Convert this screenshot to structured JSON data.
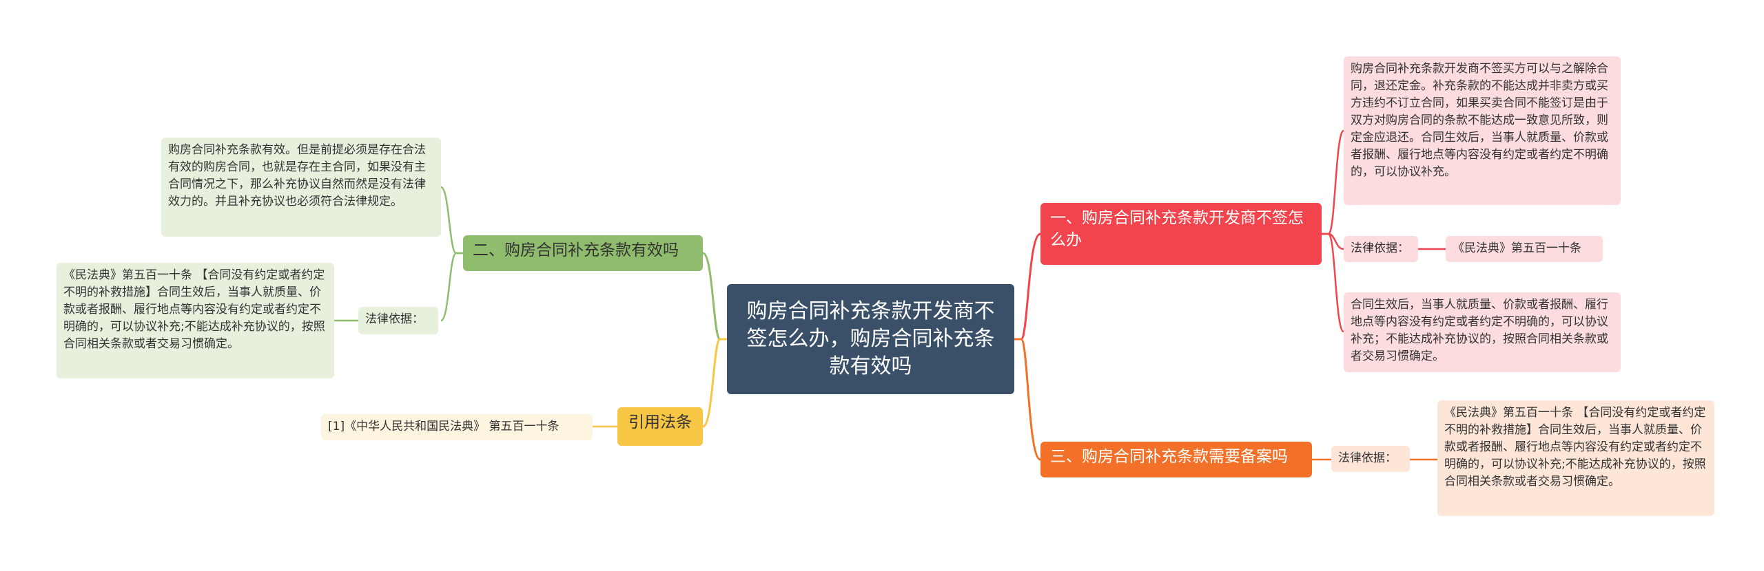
{
  "center": {
    "title": "购房合同补充条款开发商不签怎么办，购房合同补充条款有效吗"
  },
  "branch1": {
    "title": "一、购房合同补充条款开发商不签怎么办",
    "detail1": "购房合同补充条款开发商不签买方可以与之解除合同，退还定金。补充条款的不能达成并非卖方或买方违约不订立合同，如果买卖合同不能签订是由于双方对购房合同的条款不能达成一致意见所致，则定金应退还。合同生效后，当事人就质量、价款或者报酬、履行地点等内容没有约定或者约定不明确的，可以协议补充。",
    "law_label": "法律依据：",
    "law_value": "《民法典》第五百一十条",
    "detail2": "合同生效后，当事人就质量、价款或者报酬、履行地点等内容没有约定或者约定不明确的，可以协议补充；不能达成补充协议的，按照合同相关条款或者交易习惯确定。"
  },
  "branch3": {
    "title": "三、购房合同补充条款需要备案吗",
    "law_label": "法律依据：",
    "law_value": "《民法典》第五百一十条 【合同没有约定或者约定不明的补救措施】合同生效后，当事人就质量、价款或者报酬、履行地点等内容没有约定或者约定不明确的，可以协议补充;不能达成补充协议的，按照合同相关条款或者交易习惯确定。"
  },
  "branch2": {
    "title": "二、购房合同补充条款有效吗",
    "detail": "购房合同补充条款有效。但是前提必须是存在合法有效的购房合同，也就是存在主合同，如果没有主合同情况之下，那么补充协议自然而然是没有法律效力的。并且补充协议也必须符合法律规定。",
    "law_label": "法律依据：",
    "law_value": "《民法典》第五百一十条 【合同没有约定或者约定不明的补救措施】合同生效后，当事人就质量、价款或者报酬、履行地点等内容没有约定或者约定不明确的，可以协议补充;不能达成补充协议的，按照合同相关条款或者交易习惯确定。"
  },
  "branch4": {
    "title": "引用法条",
    "ref": "[1]《中华人民共和国民法典》 第五百一十条"
  },
  "colors": {
    "center": "#3a5069",
    "branch1": "#f2444c",
    "branch3": "#f27028",
    "branch2": "#8fbd6d",
    "branch4": "#f7c644"
  }
}
